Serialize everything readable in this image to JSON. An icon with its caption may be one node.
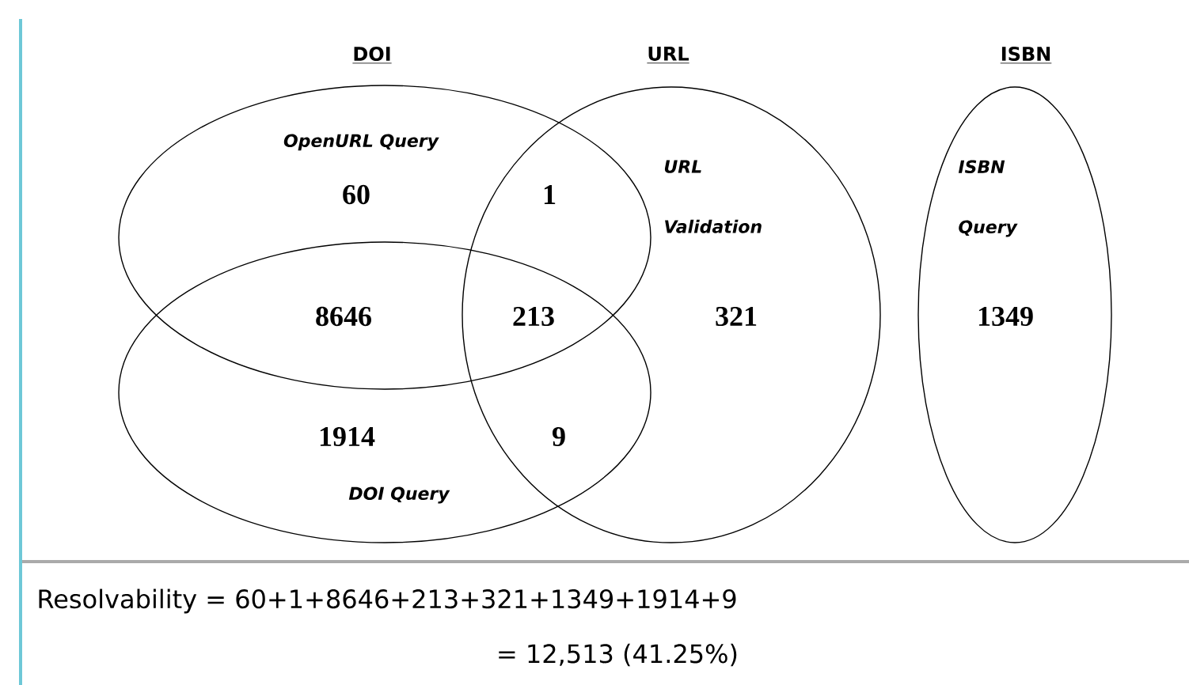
{
  "diagram": {
    "nodes": [
      {
        "text": [
          "OpenURL Query"
        ]
      },
      {
        "text": [
          "URL Validation"
        ]
      },
      {
        "text": [
          "ISBN Query"
        ]
      },
      {
        "text": [
          "DOI Query"
        ]
      }
    ],
    "labels": [
      "DOI",
      "URL",
      "ISBN",
      "60",
      "1",
      "8646",
      "213",
      "321",
      "1349",
      "1914",
      "9",
      "Resolvability = 60+1+8646+213+321+1349+1914+9",
      "= 12,513 (41.25%)"
    ]
  }
}
